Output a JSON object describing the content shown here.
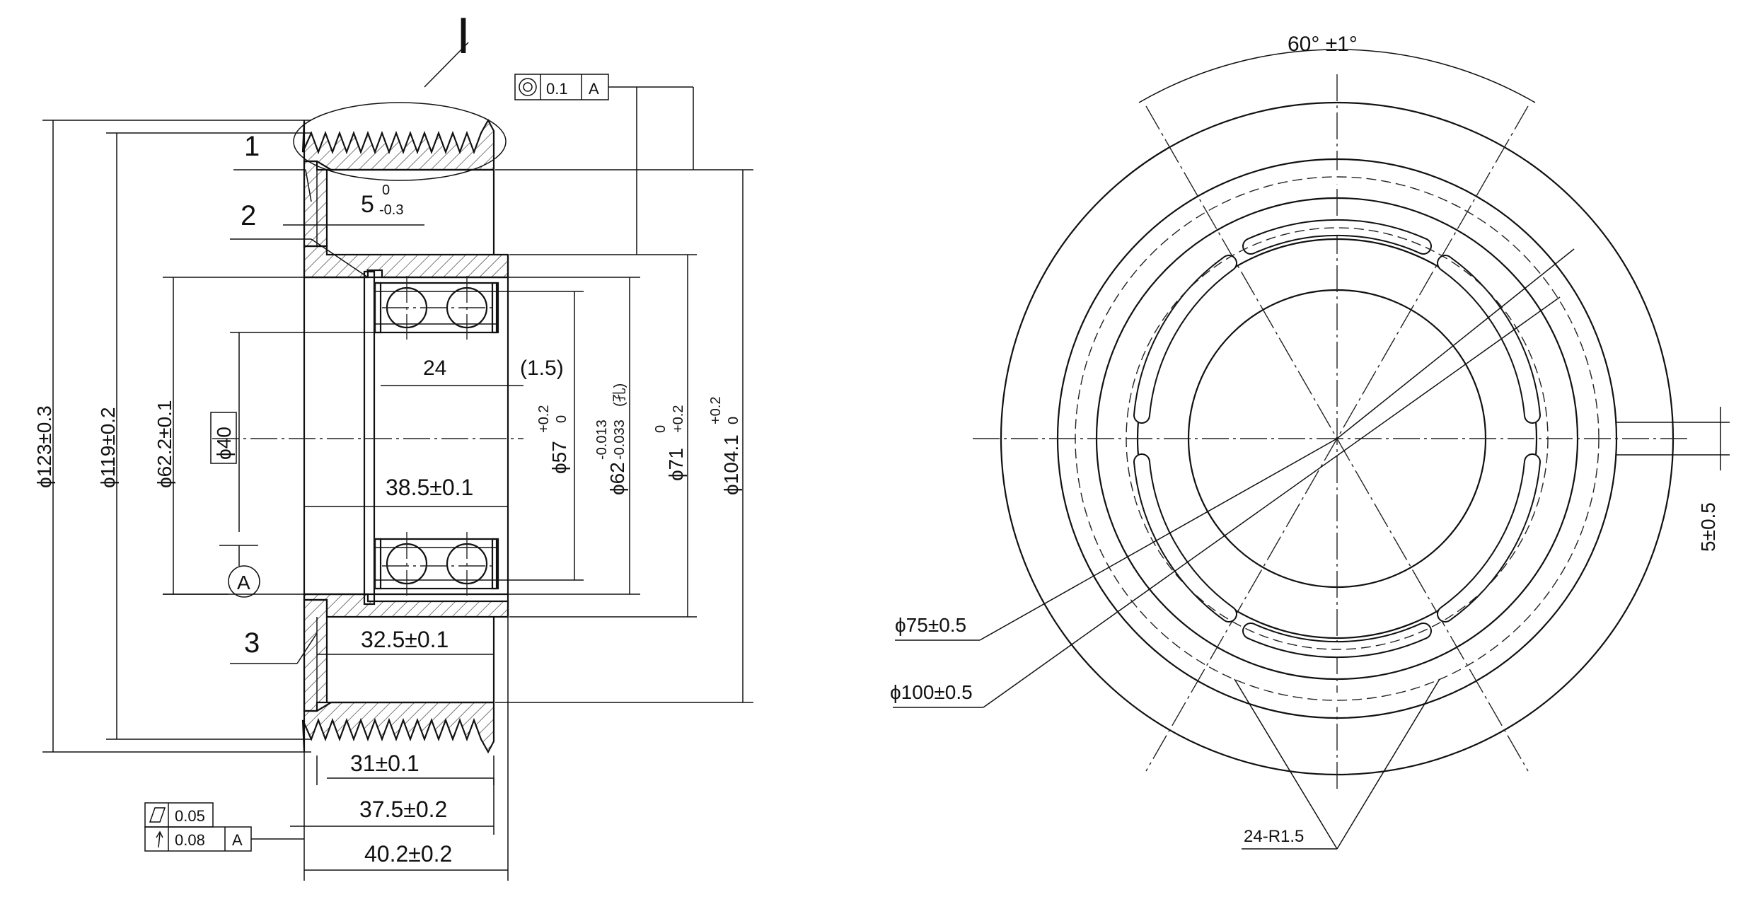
{
  "section": {
    "detail_mark": "I",
    "part_labels": [
      "1",
      "2",
      "3"
    ],
    "datum": "A",
    "fcf_top": {
      "symbol": "concentricity-icon",
      "tol": "0.1",
      "datum": "A"
    },
    "fcf_bottom": [
      {
        "symbol": "flatness-icon",
        "tol": "0.05",
        "datum": ""
      },
      {
        "symbol": "runout-icon",
        "tol": "0.08",
        "datum": "A"
      }
    ],
    "dims": {
      "d123": "ϕ123±0.3",
      "d119": "ϕ119±0.2",
      "d622": "ϕ62.2±0.1",
      "d40": "ϕ40",
      "d57": "ϕ57",
      "d57_tol_up": "+0.2",
      "d57_tol_lo": "0",
      "d62": "ϕ62",
      "d62_tol_up": "-0.013",
      "d62_tol_lo": "-0.033",
      "d62_note": "(孔)",
      "d71": "ϕ71",
      "d71_tol_up": "0",
      "d71_tol_lo": "+0.2",
      "d1041": "ϕ104.1",
      "d1041_tol_up": "+0.2",
      "d1041_tol_lo": "0",
      "w5": "5",
      "w5_tol_up": "0",
      "w5_tol_lo": "-0.3",
      "w24": "24",
      "w15": "(1.5)",
      "w385": "38.5±0.1",
      "w325": "32.5±0.1",
      "w31": "31±0.1",
      "w375": "37.5±0.2",
      "w402": "40.2±0.2"
    }
  },
  "front": {
    "angle": "60° ±1°",
    "d75": "ϕ75±0.5",
    "d100": "ϕ100±0.5",
    "slot_width": "5±0.5",
    "slot_radius": "24-R1.5"
  }
}
